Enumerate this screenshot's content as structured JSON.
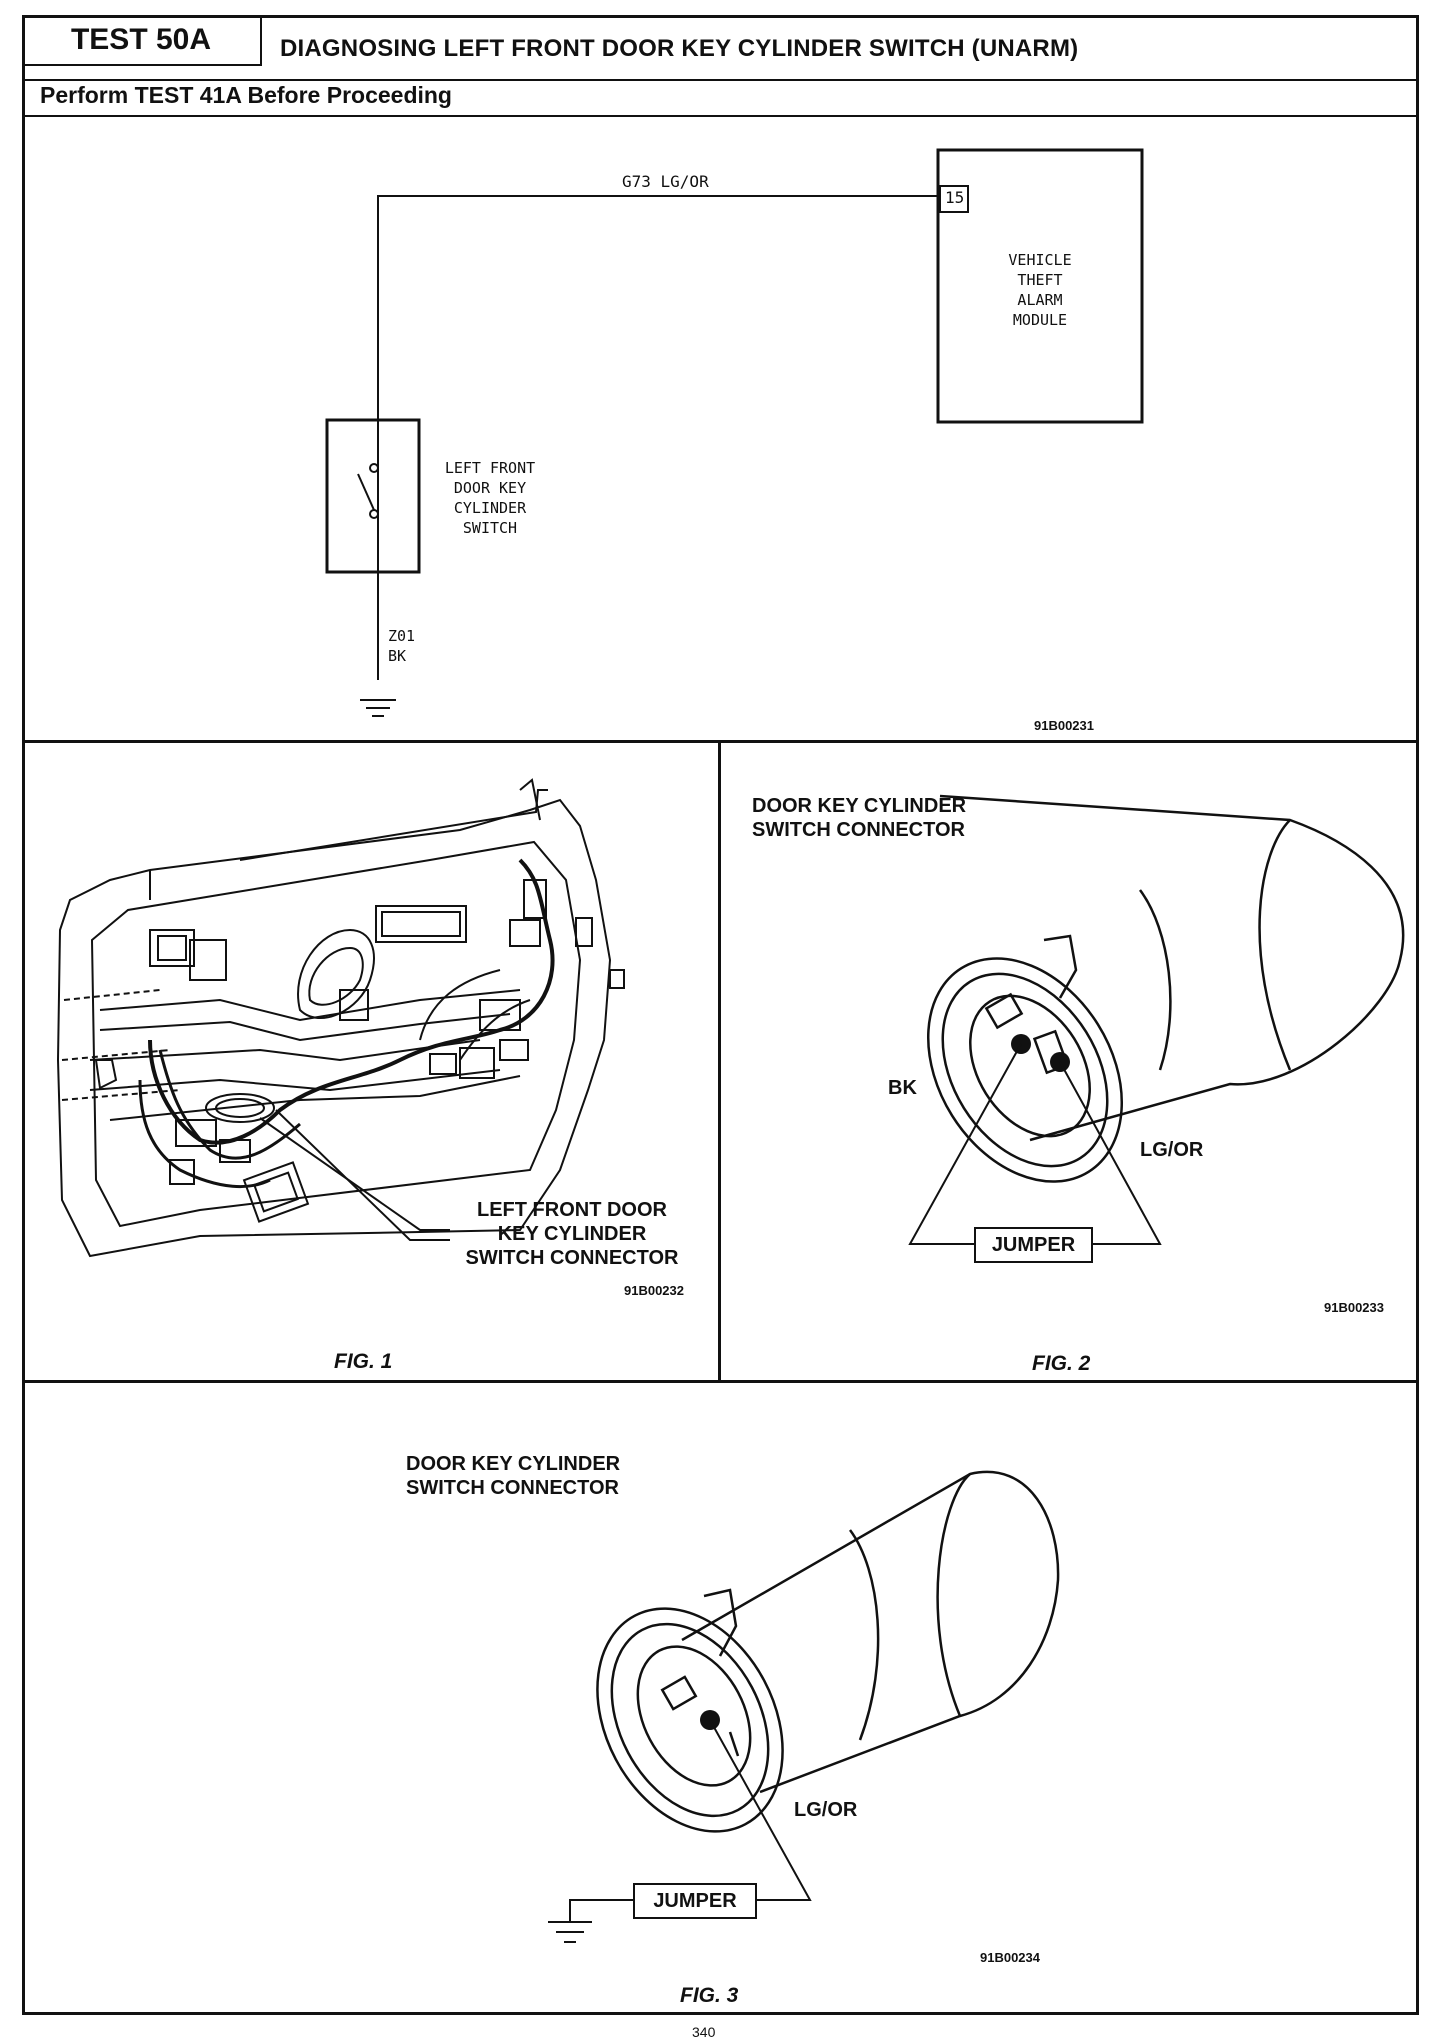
{
  "header": {
    "test_label": "TEST 50A",
    "title": "DIAGNOSING LEFT FRONT DOOR KEY CYLINDER SWITCH (UNARM)",
    "subtitle": "Perform TEST 41A Before Proceeding"
  },
  "schematic": {
    "wire_top": "G73 LG/OR",
    "pin": "15",
    "module_lines": [
      "VEHICLE",
      "THEFT",
      "ALARM",
      "MODULE"
    ],
    "switch_lines": [
      "LEFT FRONT",
      "DOOR KEY",
      "CYLINDER",
      "SWITCH"
    ],
    "ground_wire_lines": [
      "Z01",
      "BK"
    ],
    "code": "91B00231"
  },
  "fig1": {
    "callout_lines": [
      "LEFT FRONT DOOR",
      "KEY CYLINDER",
      "SWITCH CONNECTOR"
    ],
    "code": "91B00232",
    "caption": "FIG. 1"
  },
  "fig2": {
    "heading_lines": [
      "DOOR KEY CYLINDER",
      "SWITCH CONNECTOR"
    ],
    "bk": "BK",
    "lgor": "LG/OR",
    "jumper": "JUMPER",
    "code": "91B00233",
    "caption": "FIG. 2"
  },
  "fig3": {
    "heading_lines": [
      "DOOR KEY CYLINDER",
      "SWITCH CONNECTOR"
    ],
    "lgor": "LG/OR",
    "jumper": "JUMPER",
    "code": "91B00234",
    "caption": "FIG. 3"
  },
  "page_number": "340"
}
